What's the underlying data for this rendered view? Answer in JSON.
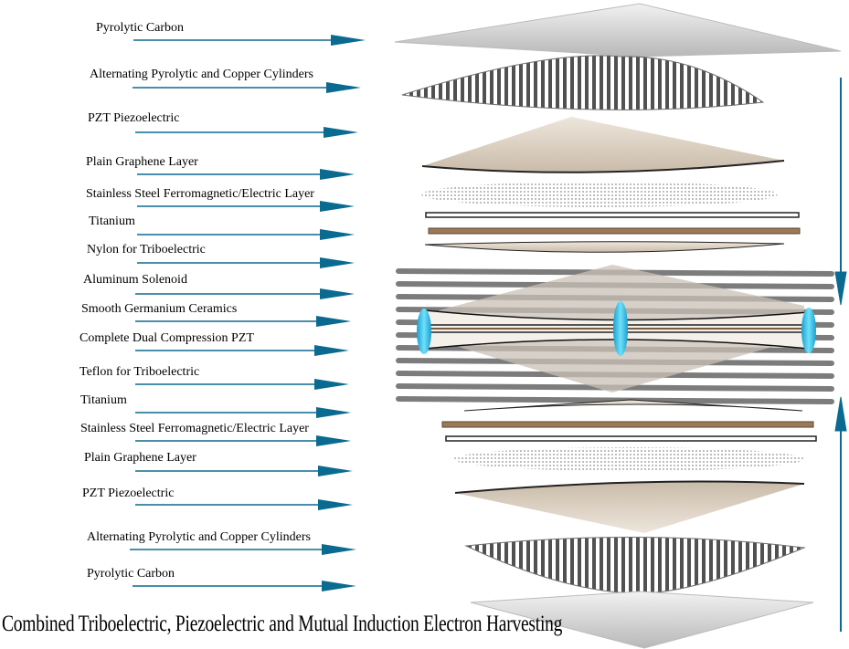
{
  "title": "Combined Triboelectric, Piezoelectric and Mutual Induction Electron Harvesting",
  "labels": [
    "Pyrolytic Carbon",
    "Alternating Pyrolytic and Copper Cylinders",
    "PZT Piezoelectric",
    "Plain Graphene Layer",
    "Stainless Steel Ferromagnetic/Electric Layer",
    "Titanium",
    "Nylon for Triboelectric",
    "Aluminum Solenoid",
    "Smooth Germanium Ceramics",
    "Complete Dual Compression PZT",
    "Teflon for Triboelectric",
    "Titanium",
    "Stainless Steel Ferromagnetic/Electric Layer",
    "Plain Graphene Layer",
    "PZT Piezoelectric",
    "Alternating Pyrolytic and Copper Cylinders",
    "Pyrolytic Carbon"
  ],
  "colors": {
    "arrow": "#0b6a8f",
    "ceramic": "#d6cbbd",
    "titanium": "#8a6a4a",
    "cyan": "#3cc6ea"
  }
}
